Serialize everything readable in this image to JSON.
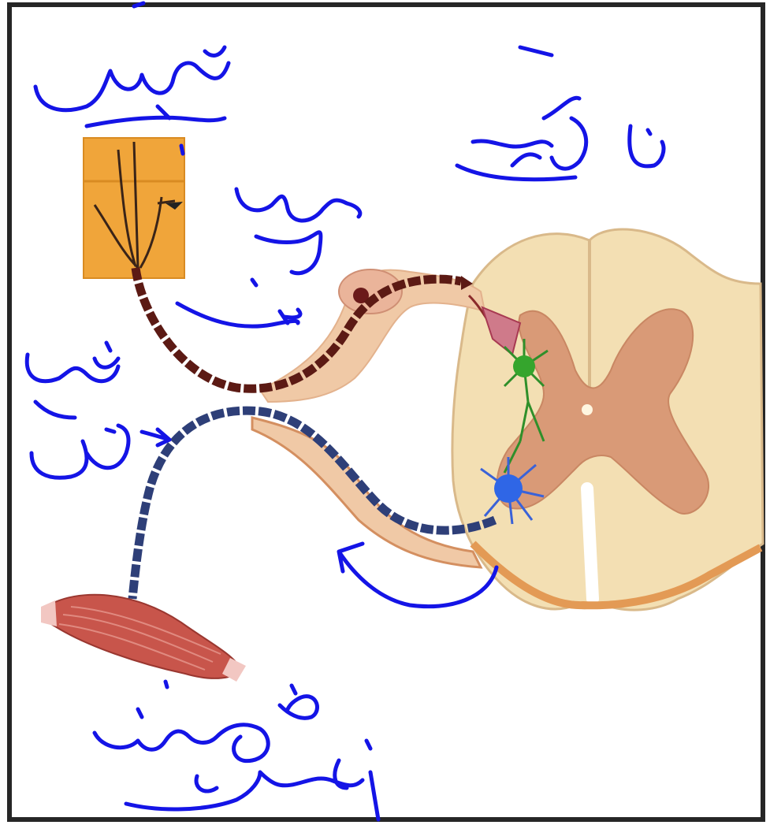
{
  "diagram": {
    "parts": [
      {
        "id": "receptor",
        "icon": "skin-receptor-icon"
      },
      {
        "id": "sensory-neuron",
        "icon": "sensory-neuron-icon",
        "color": "#5c1a14"
      },
      {
        "id": "interneuron",
        "icon": "interneuron-icon",
        "color": "#2f8f2a"
      },
      {
        "id": "motor-neuron",
        "icon": "motor-neuron-icon",
        "color": "#2c4fb8"
      },
      {
        "id": "spinal-cord",
        "icon": "spinal-cord-icon",
        "color": "#f2dcae"
      },
      {
        "id": "effector-muscle",
        "icon": "muscle-icon",
        "color": "#c8554b"
      }
    ],
    "handwriting": {
      "color": "#1414e6",
      "labels": [
        "receptor-annotation",
        "sensory-neuron-annotation",
        "motor-neuron-annotation",
        "interneuron-annotation",
        "effector-annotation"
      ],
      "arrows": 3
    }
  }
}
